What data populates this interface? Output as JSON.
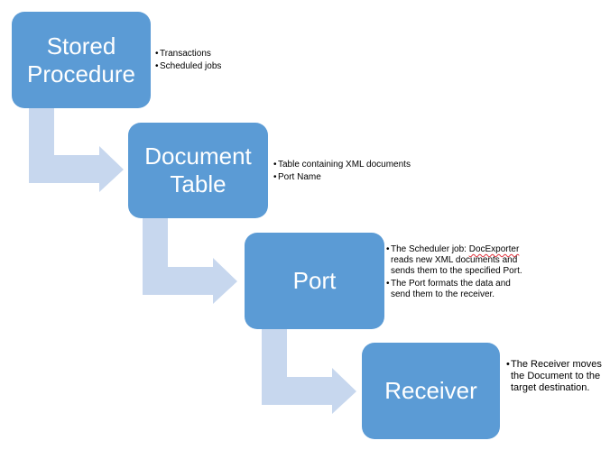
{
  "colors": {
    "box_fill": "#5b9bd5",
    "box_text": "#ffffff",
    "arrow_fill": "#c7d7ee",
    "note_text": "#000000"
  },
  "steps": [
    {
      "label": "Stored\nProcedure",
      "notes": [
        "Transactions",
        "Scheduled jobs"
      ]
    },
    {
      "label": "Document\nTable",
      "notes": [
        "Table containing XML documents",
        "Port Name"
      ]
    },
    {
      "label": "Port",
      "notes": [
        {
          "prefix": "The Scheduler job: ",
          "highlight": "DocExporter",
          "suffix": " reads new XML documents and sends them to the specified Port."
        },
        "The Port formats the data and send them to the receiver."
      ]
    },
    {
      "label": "Receiver",
      "notes": [
        "The Receiver moves the Document to the target destination."
      ]
    }
  ]
}
